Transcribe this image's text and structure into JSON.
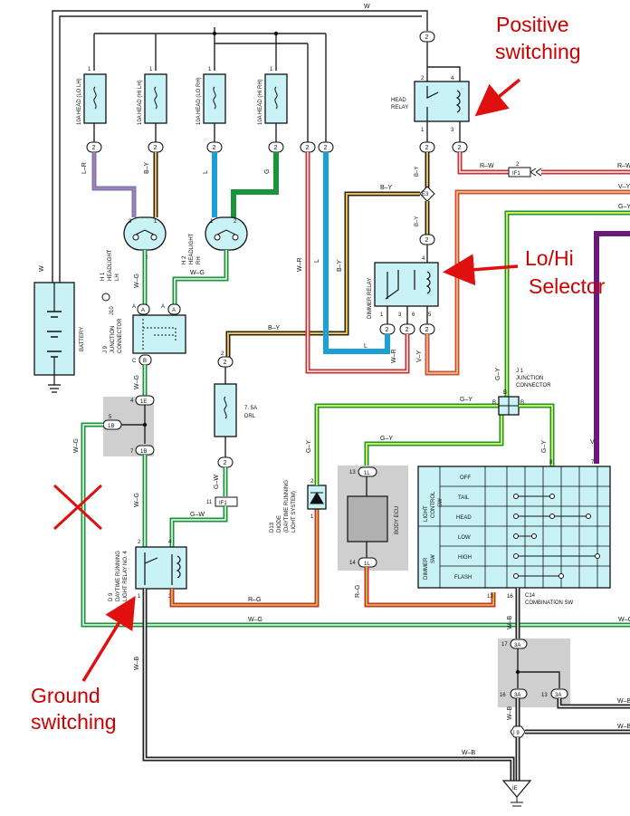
{
  "annotations": {
    "positive_1": "Positive",
    "positive_2": "switching",
    "selector_1": "Lo/Hi",
    "selector_2": "Selector",
    "ground_1": "Ground",
    "ground_2": "switching"
  },
  "fuses": {
    "lo_lh": "10A HEAD (LO LH)",
    "hi_lh": "10A HEAD (HI LH)",
    "lo_rh": "10A HEAD (LO RH)",
    "hi_rh": "10A HEAD (HI RH)",
    "drl_1": "7. 5A",
    "drl_2": "DRL"
  },
  "components": {
    "head_relay_1": "HEAD",
    "head_relay_2": "RELAY",
    "battery": "BATTERY",
    "h1_a": "H 1",
    "h1_b": "HEADLIGHT",
    "h1_c": "LH",
    "h2_a": "H 2",
    "h2_b": "HEADLIGHT",
    "h2_c": "RH",
    "dimmer_relay": "DIMMER RELAY",
    "j9_a": "J 9",
    "j9_b": "JUNCTION",
    "j9_c": "CONNECTOR",
    "j1_a": "J 1",
    "j1_b": "JUNCTION",
    "j1_c": "CONNECTOR",
    "body_ecu": "BODY ECU",
    "d9_a": "D 9",
    "d9_b": "DAYTIME RUNNING",
    "d9_c": "LIGHT RELAY NO. 4",
    "d13_a": "D13",
    "d13_b": "DIODE",
    "d13_c": "(DAYTIME RUNNING",
    "d13_d": "LIGHT SYSTEM)",
    "c14_a": "C14",
    "c14_b": "COMBINATION SW",
    "light_control_1": "LIGHT",
    "light_control_2": "CONTROL",
    "light_control_3": "SW",
    "dimmer_sw_1": "DIMMER",
    "dimmer_sw_2": "SW",
    "ground": "IE",
    "ij_j": "J10"
  },
  "switch_rows": [
    "OFF",
    "TAIL",
    "HEAD",
    "LOW",
    "HIGH",
    "FLASH"
  ],
  "wire_colors": {
    "w": "W",
    "lr": "L–R",
    "by": "B–Y",
    "l": "L",
    "g": "G",
    "wr": "W–R",
    "rw": "R–W",
    "vy": "V–Y",
    "gy": "G–Y",
    "wg": "W–G",
    "gw": "G–W",
    "rg": "R–G",
    "wb": "W–B",
    "v": "V"
  },
  "connectors": {
    "c2": "2",
    "e3": "E3",
    "if1": "IF1",
    "c1e": "1E",
    "c1b": "1B",
    "c1l": "1L",
    "c3a": "3A",
    "ci9": "I 9",
    "a": "A",
    "b": "B",
    "c": "C"
  },
  "pins": {
    "p1": "1",
    "p2": "2",
    "p3": "3",
    "p4": "4",
    "p5": "5",
    "p7": "7",
    "p8": "8",
    "p11": "11",
    "p13": "13",
    "p14": "14",
    "p16": "16",
    "p17": "17",
    "p6": "6"
  },
  "colors": {
    "component_fill": "#c8f2f5",
    "annotation_red": "#cc0000",
    "wire_blue": "#1aa0d4",
    "wire_green": "#19943a",
    "wire_yellow_green": "#c8dc3c",
    "wire_orange": "#e8a040",
    "wire_red": "#cc3030",
    "wire_violet": "#6a1a78",
    "shade_gray": "#cfcfcf"
  }
}
